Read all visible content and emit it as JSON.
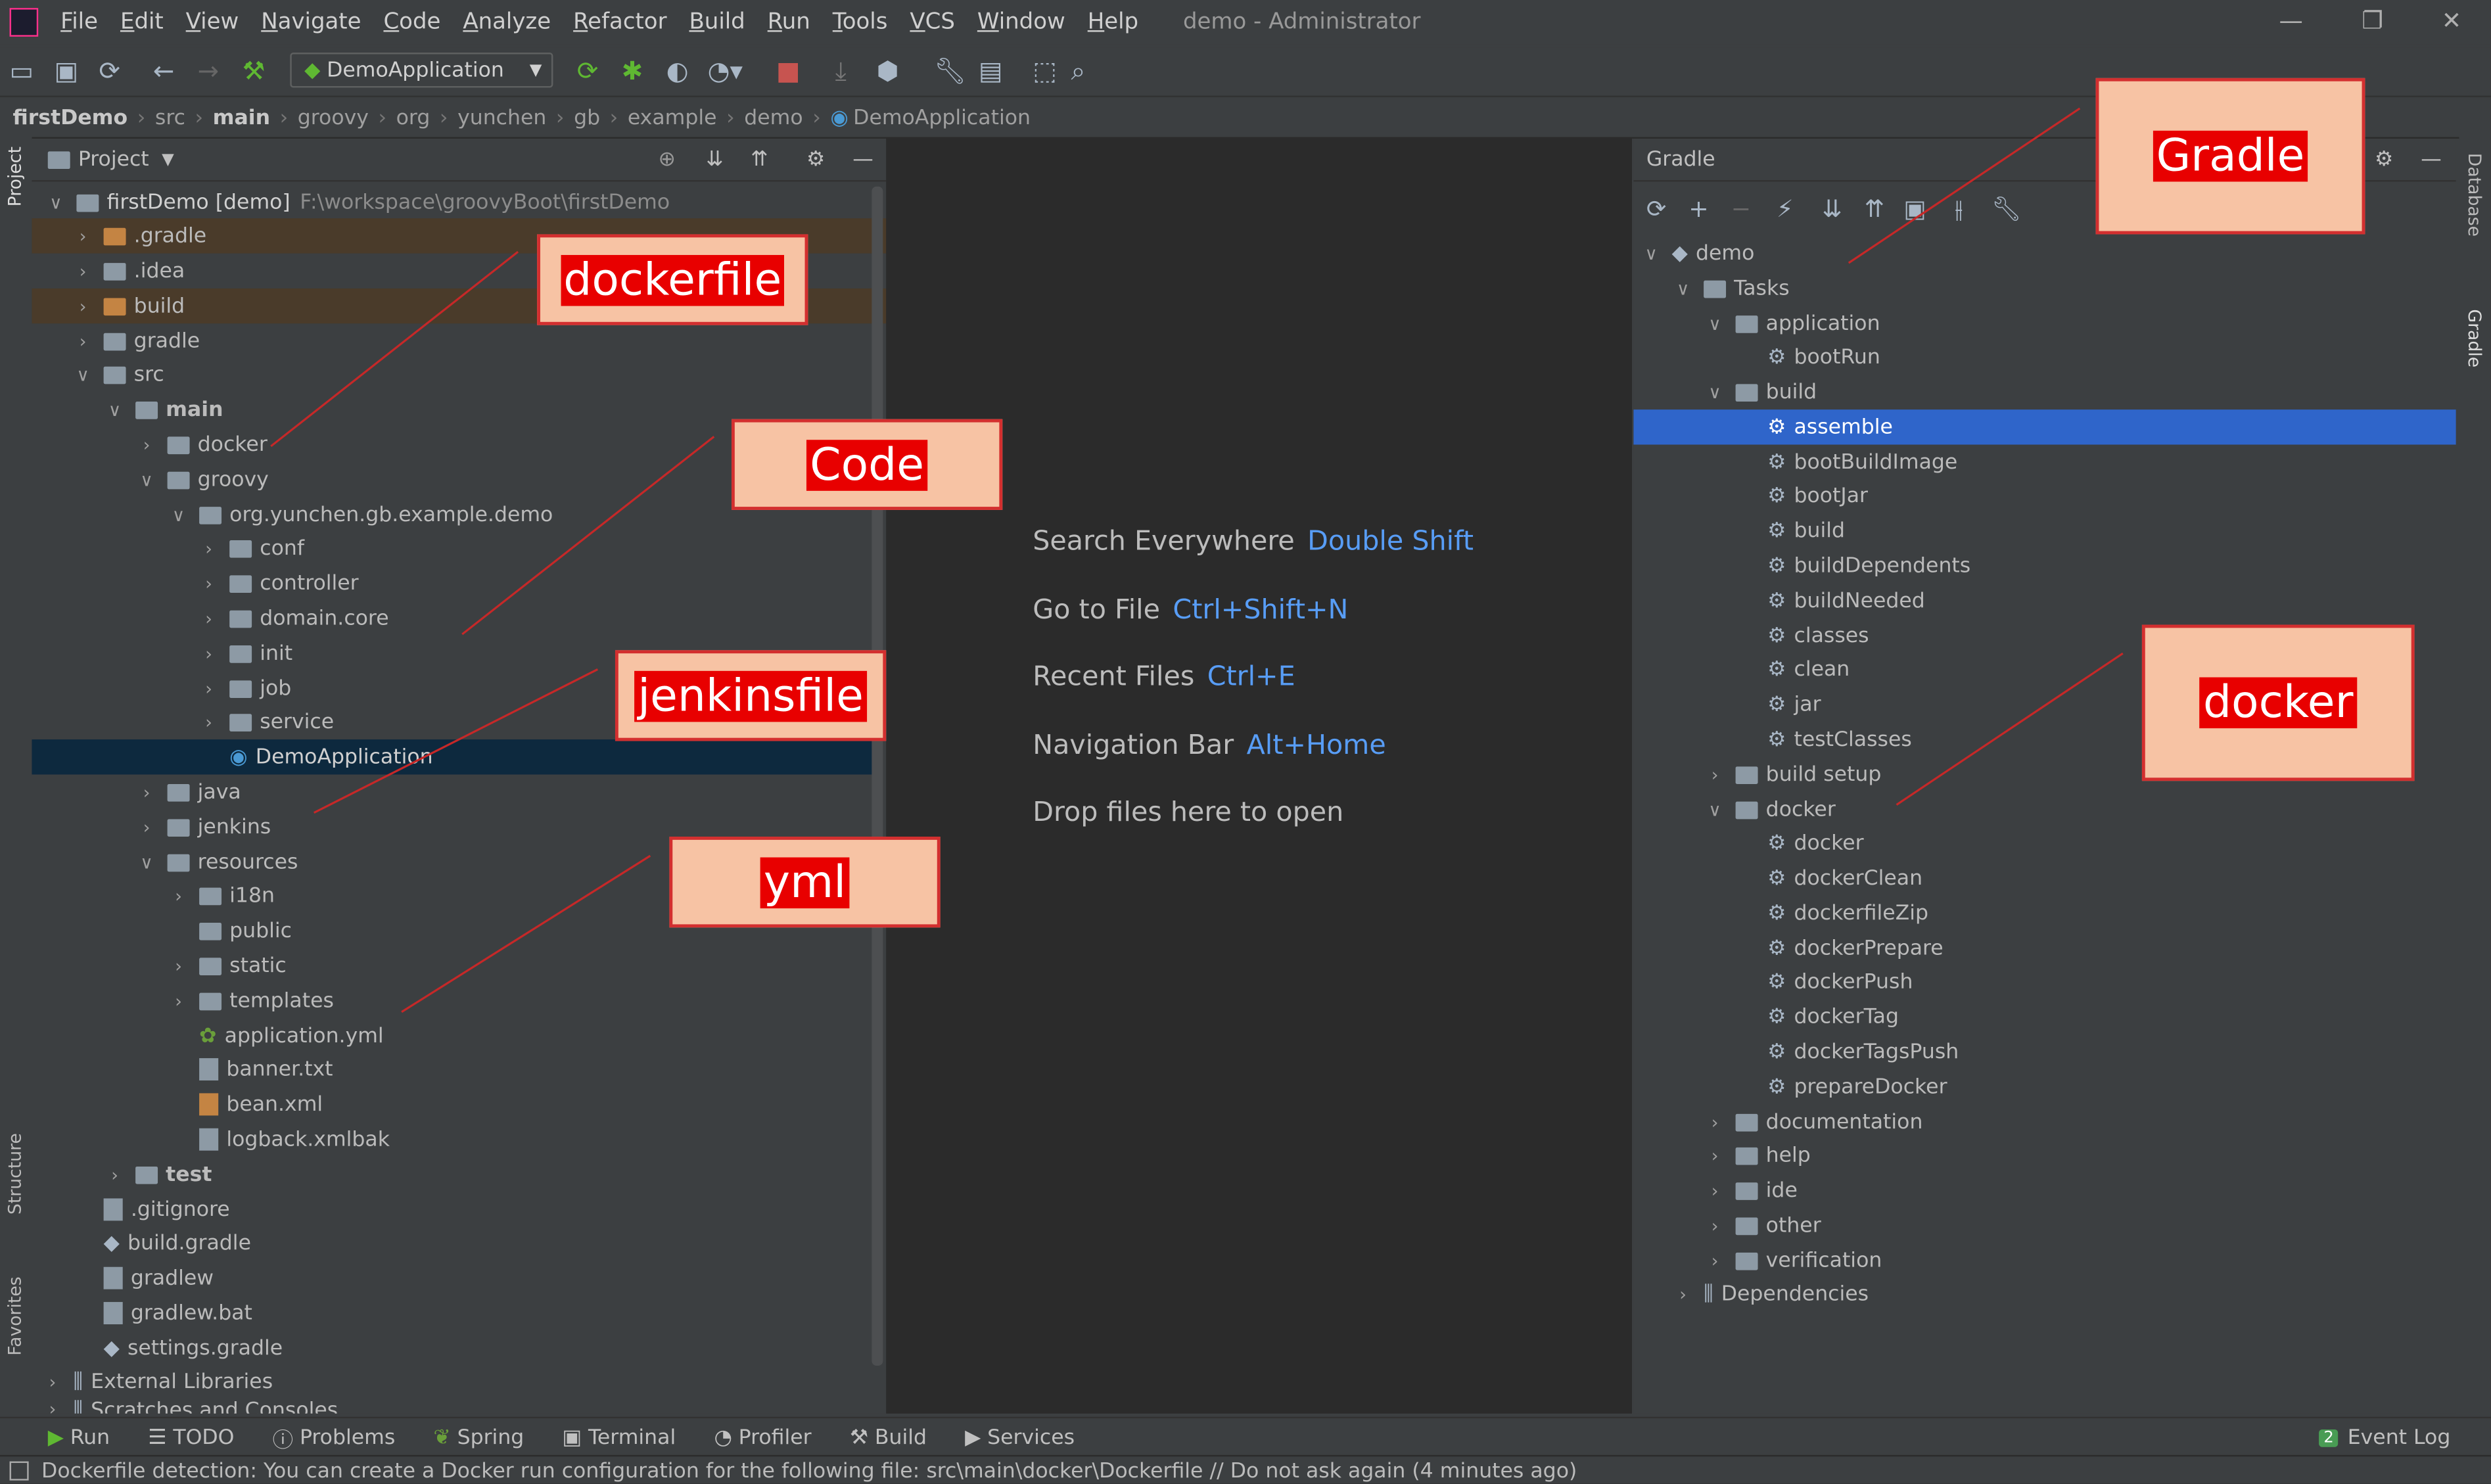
{
  "window": {
    "title": "demo - Administrator"
  },
  "menu": [
    "File",
    "Edit",
    "View",
    "Navigate",
    "Code",
    "Analyze",
    "Refactor",
    "Build",
    "Run",
    "Tools",
    "VCS",
    "Window",
    "Help"
  ],
  "toolbar": {
    "run_config": "DemoApplication"
  },
  "breadcrumb": [
    "firstDemo",
    "src",
    "main",
    "groovy",
    "org",
    "yunchen",
    "gb",
    "example",
    "demo",
    "DemoApplication"
  ],
  "left_stripe": {
    "project": "Project",
    "structure": "Structure",
    "favorites": "Favorites"
  },
  "right_stripe": {
    "database": "Database",
    "gradle": "Gradle"
  },
  "project_panel": {
    "title": "Project",
    "root_name": "firstDemo [demo]",
    "root_path": "F:\\workspace\\groovyBoot\\firstDemo",
    "items": [
      {
        "label": ".gradle"
      },
      {
        "label": ".idea"
      },
      {
        "label": "build"
      },
      {
        "label": "gradle"
      },
      {
        "label": "src"
      },
      {
        "label": "main"
      },
      {
        "label": "docker"
      },
      {
        "label": "groovy"
      },
      {
        "label": "org.yunchen.gb.example.demo"
      },
      {
        "label": "conf"
      },
      {
        "label": "controller"
      },
      {
        "label": "domain.core"
      },
      {
        "label": "init"
      },
      {
        "label": "job"
      },
      {
        "label": "service"
      },
      {
        "label": "DemoApplication"
      },
      {
        "label": "java"
      },
      {
        "label": "jenkins"
      },
      {
        "label": "resources"
      },
      {
        "label": "i18n"
      },
      {
        "label": "public"
      },
      {
        "label": "static"
      },
      {
        "label": "templates"
      },
      {
        "label": "application.yml"
      },
      {
        "label": "banner.txt"
      },
      {
        "label": "bean.xml"
      },
      {
        "label": "logback.xmlbak"
      },
      {
        "label": "test"
      },
      {
        "label": ".gitignore"
      },
      {
        "label": "build.gradle"
      },
      {
        "label": "gradlew"
      },
      {
        "label": "gradlew.bat"
      },
      {
        "label": "settings.gradle"
      },
      {
        "label": "External Libraries"
      },
      {
        "label": "Scratches and Consoles"
      }
    ]
  },
  "editor_hints": [
    {
      "text": "Search Everywhere",
      "key": "Double Shift"
    },
    {
      "text": "Go to File",
      "key": "Ctrl+Shift+N"
    },
    {
      "text": "Recent Files",
      "key": "Ctrl+E"
    },
    {
      "text": "Navigation Bar",
      "key": "Alt+Home"
    },
    {
      "text": "Drop files here to open",
      "key": ""
    }
  ],
  "gradle_panel": {
    "title": "Gradle",
    "items": [
      {
        "label": "demo"
      },
      {
        "label": "Tasks"
      },
      {
        "label": "application"
      },
      {
        "label": "bootRun"
      },
      {
        "label": "build"
      },
      {
        "label": "assemble"
      },
      {
        "label": "bootBuildImage"
      },
      {
        "label": "bootJar"
      },
      {
        "label": "build"
      },
      {
        "label": "buildDependents"
      },
      {
        "label": "buildNeeded"
      },
      {
        "label": "classes"
      },
      {
        "label": "clean"
      },
      {
        "label": "jar"
      },
      {
        "label": "testClasses"
      },
      {
        "label": "build setup"
      },
      {
        "label": "docker"
      },
      {
        "label": "docker"
      },
      {
        "label": "dockerClean"
      },
      {
        "label": "dockerfileZip"
      },
      {
        "label": "dockerPrepare"
      },
      {
        "label": "dockerPush"
      },
      {
        "label": "dockerTag"
      },
      {
        "label": "dockerTagsPush"
      },
      {
        "label": "prepareDocker"
      },
      {
        "label": "documentation"
      },
      {
        "label": "help"
      },
      {
        "label": "ide"
      },
      {
        "label": "other"
      },
      {
        "label": "verification"
      },
      {
        "label": "Dependencies"
      }
    ]
  },
  "bottom_tabs": [
    "Run",
    "TODO",
    "Problems",
    "Spring",
    "Terminal",
    "Profiler",
    "Build",
    "Services"
  ],
  "event_log": {
    "badge": "2",
    "label": "Event Log"
  },
  "status": "Dockerfile detection: You can create a Docker run configuration for the following file: src\\main\\docker\\Dockerfile // Do not ask again (4 minutes ago)",
  "annotations": {
    "dockerfile": "dockerfile",
    "code": "Code",
    "jenkinsfile": "jenkinsfile",
    "yml": "yml",
    "gradle": "Gradle",
    "docker": "docker"
  },
  "colors": {
    "selection": "#2f65ca",
    "annotation_fill": "#f7c3a4",
    "annotation_text_bg": "#e80000",
    "key_blue": "#589df6"
  }
}
